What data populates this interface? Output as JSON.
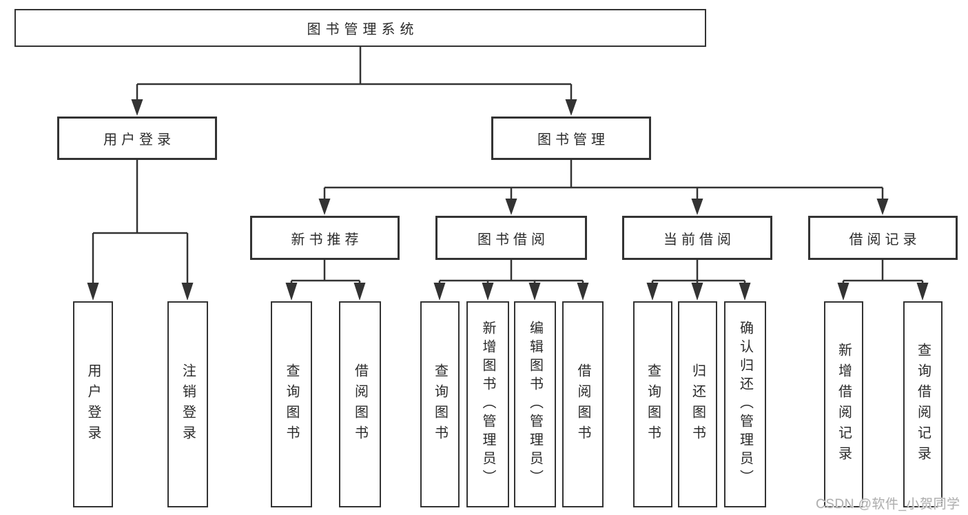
{
  "diagram": {
    "root": {
      "label": "图书管理系统"
    },
    "branches": [
      {
        "label": "用户登录",
        "children": [
          {
            "label": "用户登录"
          },
          {
            "label": "注销登录"
          }
        ]
      },
      {
        "label": "图书管理",
        "children": [
          {
            "label": "新书推荐",
            "children": [
              {
                "label": "查询图书"
              },
              {
                "label": "借阅图书"
              }
            ]
          },
          {
            "label": "图书借阅",
            "children": [
              {
                "label": "查询图书"
              },
              {
                "label": "新增图书（管理员）"
              },
              {
                "label": "编辑图书（管理员）"
              },
              {
                "label": "借阅图书"
              }
            ]
          },
          {
            "label": "当前借阅",
            "children": [
              {
                "label": "查询图书"
              },
              {
                "label": "归还图书"
              },
              {
                "label": "确认归还（管理员）"
              }
            ]
          },
          {
            "label": "借阅记录",
            "children": [
              {
                "label": "新增借阅记录"
              },
              {
                "label": "查询借阅记录"
              }
            ]
          }
        ]
      }
    ],
    "watermark": "CSDN @软件_小贺同学",
    "colors": {
      "line": "#333333",
      "box_border": "#333333",
      "box_fill": "#ffffff",
      "text": "#2b2b2b",
      "watermark_text": "#aeaeae"
    }
  }
}
